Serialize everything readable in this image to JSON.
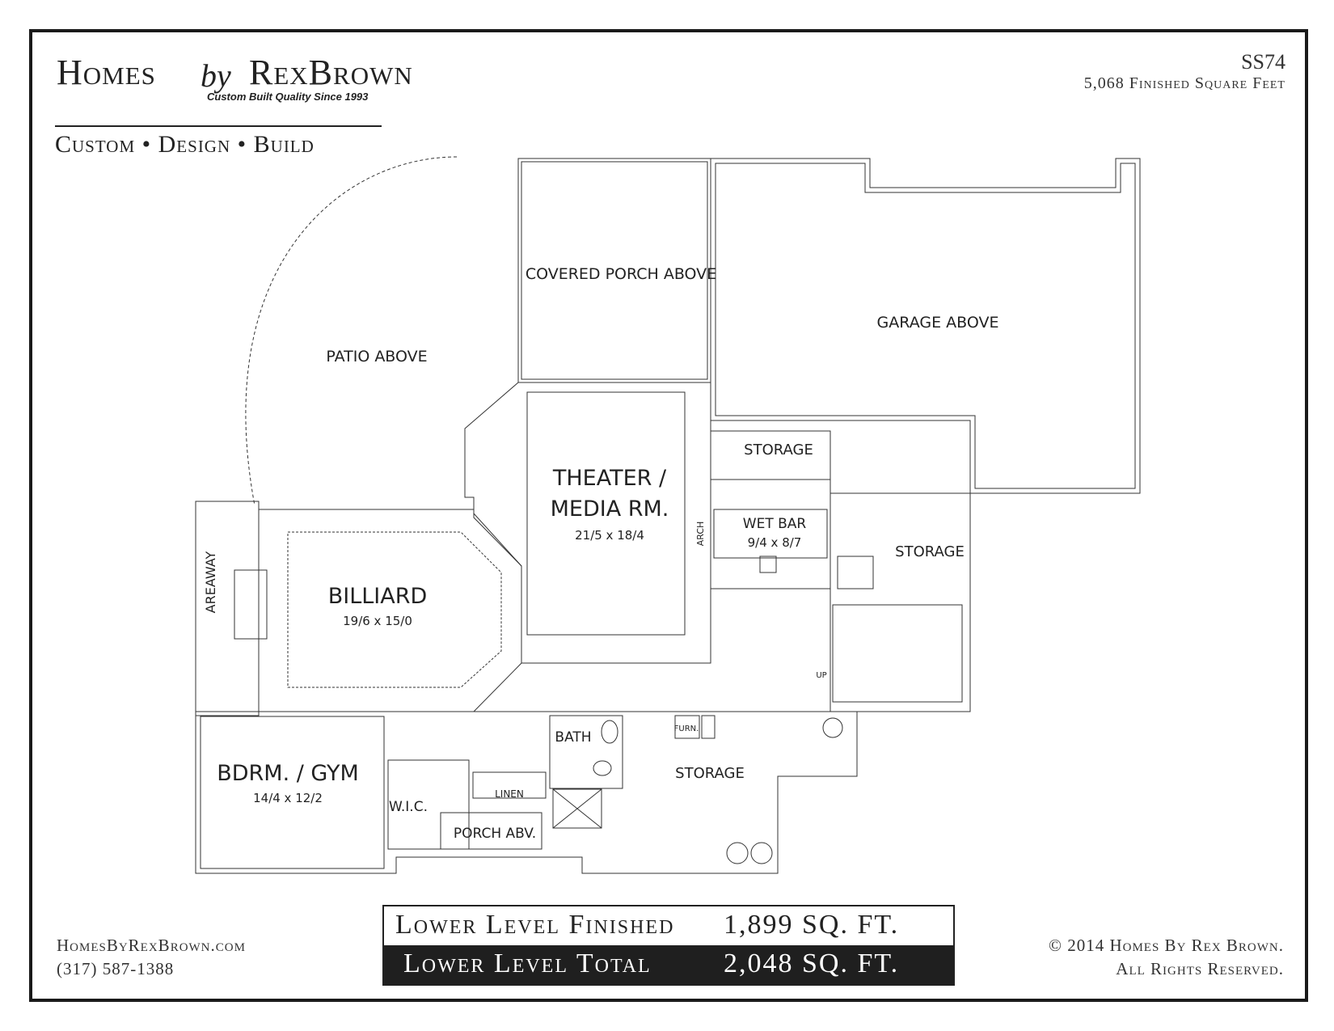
{
  "brand": {
    "homes": "Homes",
    "by": "by",
    "rexbrown": "RexBrown",
    "tagline": "Custom Built Quality Since 1993",
    "slogan": "Custom • Design • Build"
  },
  "plan": {
    "code": "SS74",
    "finished_sqft": "5,068 Finished Square Feet"
  },
  "rooms": {
    "covered_porch": "COVERED PORCH ABOVE",
    "garage": "GARAGE ABOVE",
    "patio": "PATIO ABOVE",
    "storage_top": "STORAGE",
    "theater_line1": "THEATER /",
    "theater_line2": "MEDIA RM.",
    "theater_dims": "21/5 x 18/4",
    "wet_bar": "WET BAR",
    "wet_bar_dims": "9/4 x 8/7",
    "arch": "ARCH",
    "storage_right": "STORAGE",
    "billiard": "BILLIARD",
    "billiard_dims": "19/6 x 15/0",
    "areaway": "AREAWAY",
    "up": "UP",
    "bath": "BATH",
    "furn": "FURN.",
    "storage_bottom": "STORAGE",
    "bdrm": "BDRM. / GYM",
    "bdrm_dims": "14/4 x 12/2",
    "linen": "LINEN",
    "wic": "W.I.C.",
    "porch_abv": "PORCH ABV."
  },
  "areas": {
    "finished_label": "Lower Level Finished",
    "finished_value": "1,899 SQ. FT.",
    "total_label": "Lower Level Total",
    "total_value": "2,048 SQ. FT."
  },
  "contact": {
    "website": "HomesByRexBrown.com",
    "phone": "(317) 587-1388"
  },
  "copyright": {
    "line1": "© 2014 Homes By Rex Brown.",
    "line2": "All Rights Reserved."
  }
}
